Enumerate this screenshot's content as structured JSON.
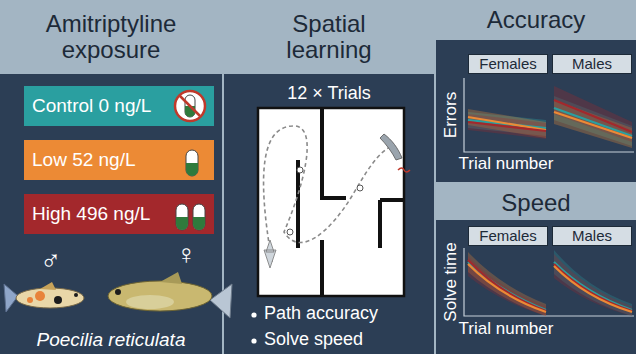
{
  "diagram": {
    "nodes": [
      {
        "text": [
          "Amitriptyline exposure"
        ]
      },
      {
        "text": [
          "Control 0 ng/L"
        ]
      },
      {
        "text": [
          "Low 52 ng/L"
        ]
      },
      {
        "text": [
          "High 496 ng/L"
        ]
      },
      {
        "text": [
          "Spatial learning"
        ]
      },
      {
        "text": [
          "Accuracy"
        ]
      },
      {
        "text": [
          "Females"
        ]
      },
      {
        "text": [
          "Males"
        ]
      },
      {
        "text": [
          "Speed"
        ]
      },
      {
        "text": [
          "Females"
        ]
      },
      {
        "text": [
          "Males"
        ]
      }
    ],
    "labels": [
      "♂",
      "♀",
      "Poecilia reticulata",
      "12 × Trials",
      "Path accuracy",
      "Solve speed",
      "Errors",
      "Trial number",
      "Solve time",
      "Trial number"
    ]
  }
}
